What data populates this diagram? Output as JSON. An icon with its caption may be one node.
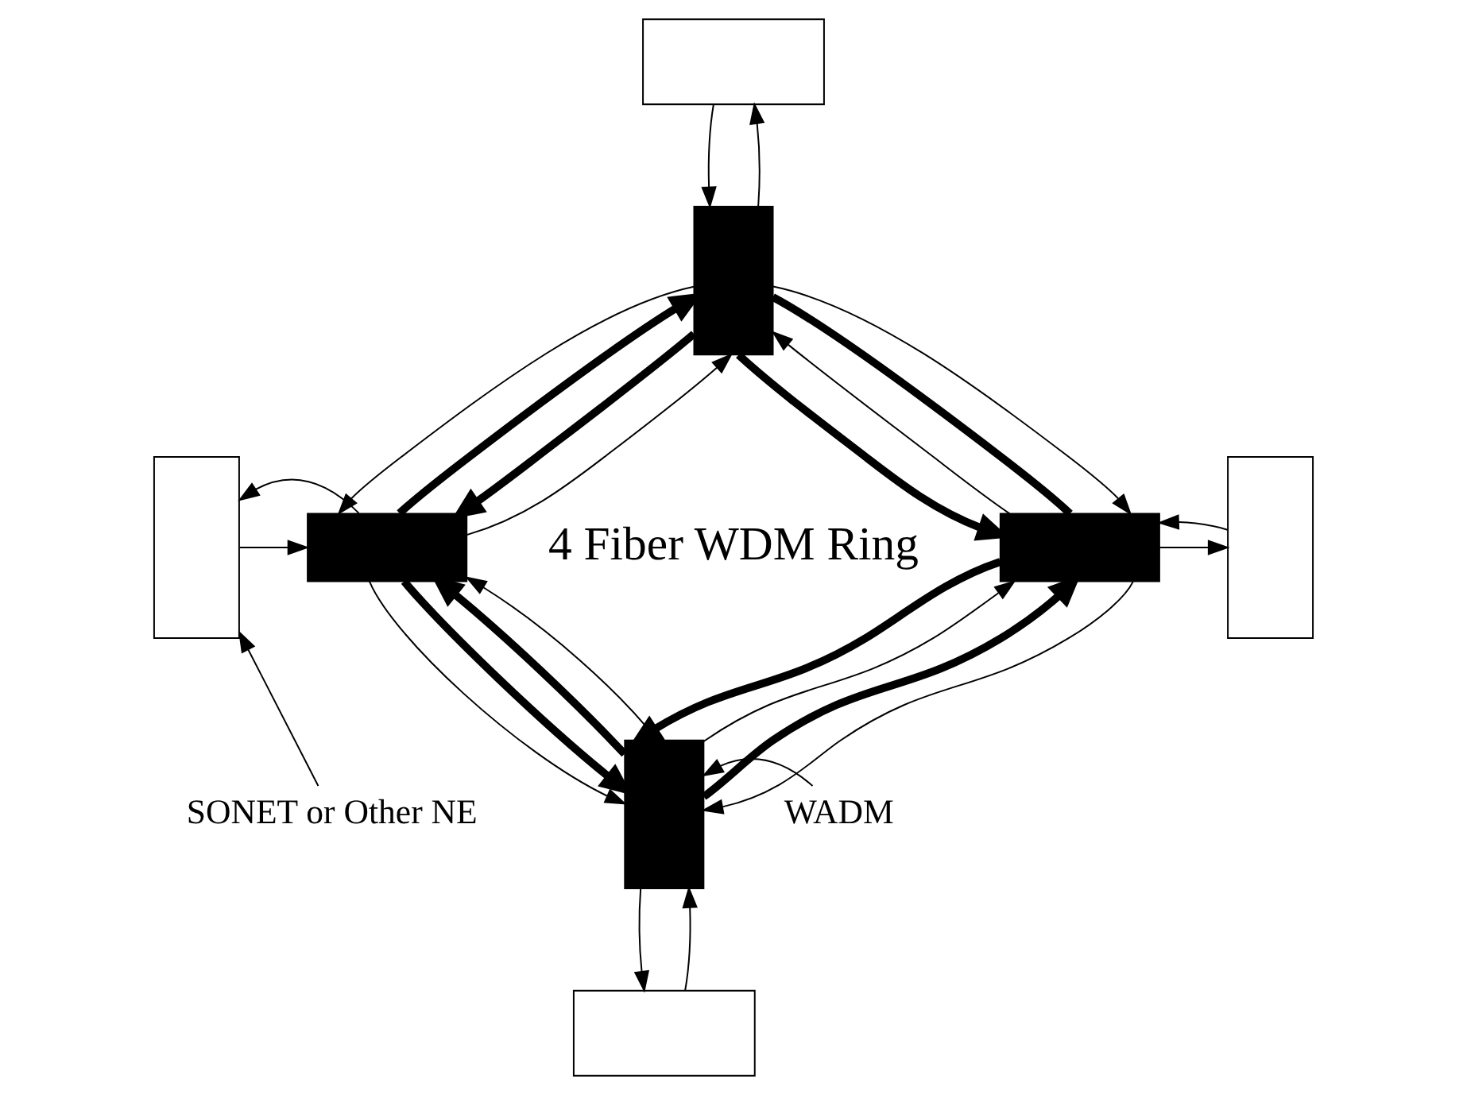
{
  "diagram": {
    "nodes": [
      {
        "text": [],
        "shape": "box"
      },
      {
        "text": [],
        "shape": "box"
      },
      {
        "text": [],
        "shape": "box"
      },
      {
        "text": [],
        "shape": "box"
      },
      {
        "text": [],
        "shape": "box"
      },
      {
        "text": [],
        "shape": "box"
      },
      {
        "text": [],
        "shape": "box"
      },
      {
        "text": [],
        "shape": "box"
      },
      {
        "text": [
          "SONET or Other NE"
        ]
      },
      {
        "text": [
          "WADM"
        ]
      }
    ],
    "edges": [
      {
        "from": 1,
        "to": 0,
        "arrow": "to"
      },
      {
        "from": 0,
        "to": 1,
        "arrow": "to"
      },
      {
        "from": 2,
        "to": 3,
        "arrow": "to"
      },
      {
        "from": 3,
        "to": 2,
        "arrow": "to"
      },
      {
        "from": 4,
        "to": 5,
        "arrow": "to"
      },
      {
        "from": 5,
        "to": 4,
        "arrow": "to"
      },
      {
        "from": 6,
        "to": 7,
        "arrow": "to"
      },
      {
        "from": 7,
        "to": 6,
        "arrow": "to"
      },
      {
        "from": 8,
        "to": 2,
        "arrow": "to"
      },
      {
        "from": 9,
        "to": 6,
        "arrow": "to"
      },
      {
        "from": 1,
        "to": 3,
        "arrow": "to"
      },
      {
        "from": 3,
        "to": 1,
        "arrow": "to",
        "style": "thick"
      },
      {
        "from": 1,
        "to": 3,
        "arrow": "to",
        "style": "thick"
      },
      {
        "from": 3,
        "to": 1,
        "arrow": "to"
      },
      {
        "from": 4,
        "to": 1,
        "arrow": "to"
      },
      {
        "from": 1,
        "to": 4,
        "arrow": "to",
        "style": "thick"
      },
      {
        "from": 1,
        "to": 4,
        "arrow": "none",
        "style": "thick"
      },
      {
        "from": 1,
        "to": 4,
        "arrow": "to"
      },
      {
        "from": 6,
        "to": 4,
        "arrow": "to"
      },
      {
        "from": 4,
        "to": 6,
        "arrow": "to",
        "style": "thick"
      },
      {
        "from": 6,
        "to": 4,
        "arrow": "to",
        "style": "thick"
      },
      {
        "from": 4,
        "to": 6,
        "arrow": "to"
      },
      {
        "from": 3,
        "to": 6,
        "arrow": "to"
      },
      {
        "from": 3,
        "to": 6,
        "arrow": "to",
        "style": "thick"
      },
      {
        "from": 6,
        "to": 3,
        "arrow": "to",
        "style": "thick"
      },
      {
        "from": 6,
        "to": 3,
        "arrow": "to"
      }
    ],
    "labels": [
      "4 Fiber WDM Ring"
    ]
  }
}
